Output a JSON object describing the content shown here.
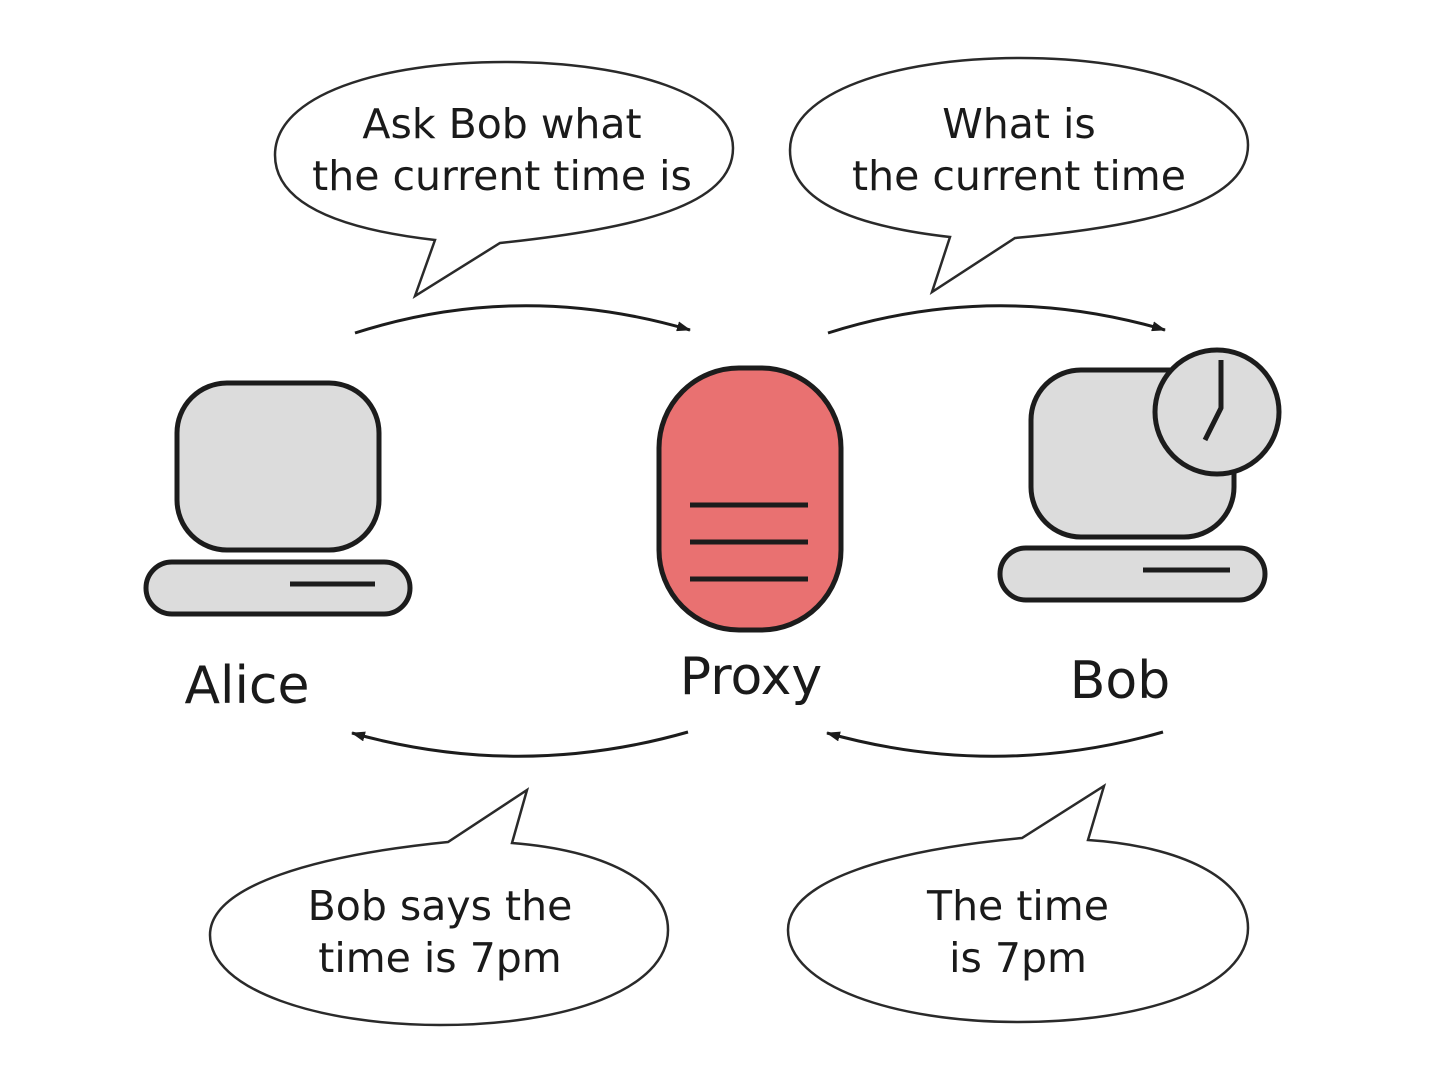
{
  "nodes": {
    "alice": {
      "label": "Alice"
    },
    "proxy": {
      "label": "Proxy"
    },
    "bob": {
      "label": "Bob"
    }
  },
  "bubbles": {
    "alice_to_proxy": {
      "line1": "Ask Bob what",
      "line2": "the current time is"
    },
    "proxy_to_bob": {
      "line1": "What is",
      "line2": "the current time"
    },
    "proxy_to_alice": {
      "line1": "Bob says the",
      "line2": "time is 7pm"
    },
    "bob_to_proxy": {
      "line1": "The time",
      "line2": "is 7pm"
    }
  },
  "colors": {
    "proxy_fill": "#e97171",
    "computer_fill": "#dcdcdc",
    "outline": "#1c1c1c"
  },
  "icons": {
    "alice": "computer-icon",
    "proxy": "server-icon",
    "bob": "computer-with-clock-icon"
  }
}
